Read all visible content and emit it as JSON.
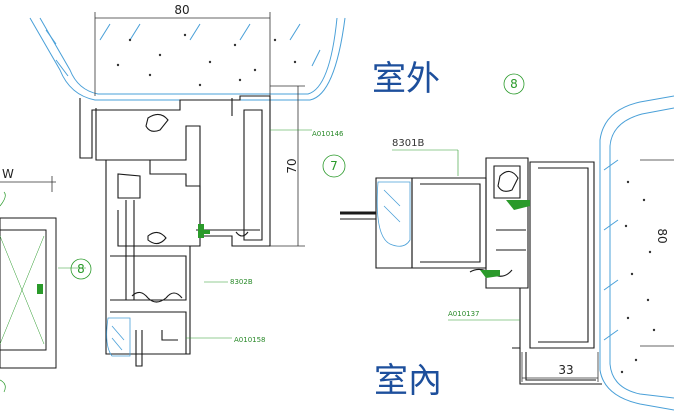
{
  "dimensions": {
    "top_width": "80",
    "left_height": "70",
    "bottom_width": "33",
    "right_height": "80",
    "partial_w": "W"
  },
  "labels": {
    "outdoor": "室外",
    "indoor": "室內"
  },
  "part_codes": {
    "upper_frame": "A010146",
    "gasket_left": "8302B",
    "lower_frame": "A010158",
    "gasket_right": "8301B",
    "right_frame": "A010137"
  },
  "callouts": {
    "left_view": "7",
    "right_view": "8",
    "small_detail": "8"
  },
  "colors": {
    "outline": "#1a1a1a",
    "leader": "#2a9a2a",
    "wall": "#4aa0d8",
    "heading": "#1d4f9c"
  }
}
